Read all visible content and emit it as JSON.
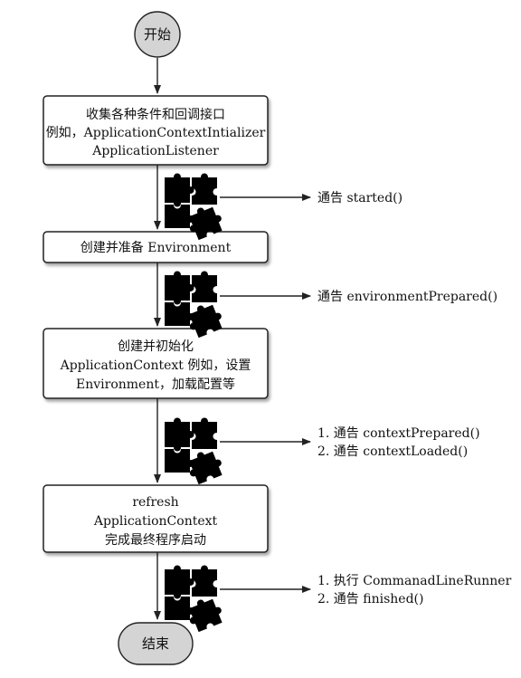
{
  "start": {
    "label": "开始"
  },
  "end": {
    "label": "结束"
  },
  "steps": [
    {
      "lines": [
        "收集各种条件和回调接口",
        "例如，ApplicationContextIntializer",
        "ApplicationListener"
      ]
    },
    {
      "lines": [
        "创建并准备 Environment"
      ]
    },
    {
      "lines": [
        "创建并初始化",
        "ApplicationContext 例如，设置",
        "Environment，加载配置等"
      ]
    },
    {
      "lines": [
        "refresh",
        "ApplicationContext",
        "完成最终程序启动"
      ]
    }
  ],
  "notifications": [
    {
      "lines": [
        "通告 started()"
      ]
    },
    {
      "lines": [
        "通告 environmentPrepared()"
      ]
    },
    {
      "lines": [
        "1. 通告 contextPrepared()",
        "2. 通告 contextLoaded()"
      ]
    },
    {
      "lines": [
        "1. 执行 CommanadLineRunner",
        "2. 通告 finished()"
      ]
    }
  ],
  "icons": {
    "listener": "puzzle-pieces-icon"
  },
  "colors": {
    "terminal_fill": "#d4d4d4",
    "stroke": "#222222",
    "puzzle": "#000000"
  }
}
